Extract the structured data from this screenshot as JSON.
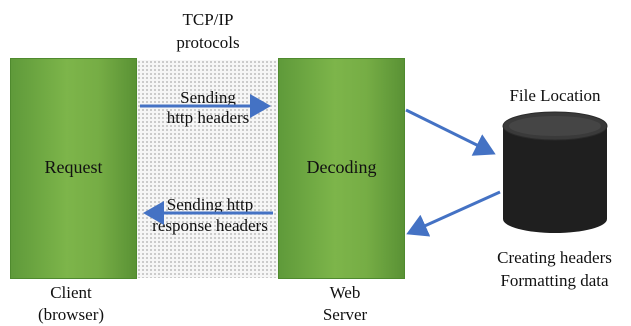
{
  "protocol_label_line1": "TCP/IP",
  "protocol_label_line2": "protocols",
  "client_block_label": "Request",
  "server_block_label": "Decoding",
  "client_caption_line1": "Client",
  "client_caption_line2": "(browser)",
  "server_caption_line1": "Web",
  "server_caption_line2": "Server",
  "request_arrow_line1": "Sending",
  "request_arrow_line2": "http headers",
  "response_arrow_line1": "Sending http",
  "response_arrow_line2": "response headers",
  "storage_title": "File Location",
  "storage_caption_line1": "Creating headers",
  "storage_caption_line2": "Formatting data",
  "colors": {
    "block_green": "#76ad45",
    "arrow_blue": "#4472c4",
    "cylinder": "#1f1f1f"
  }
}
